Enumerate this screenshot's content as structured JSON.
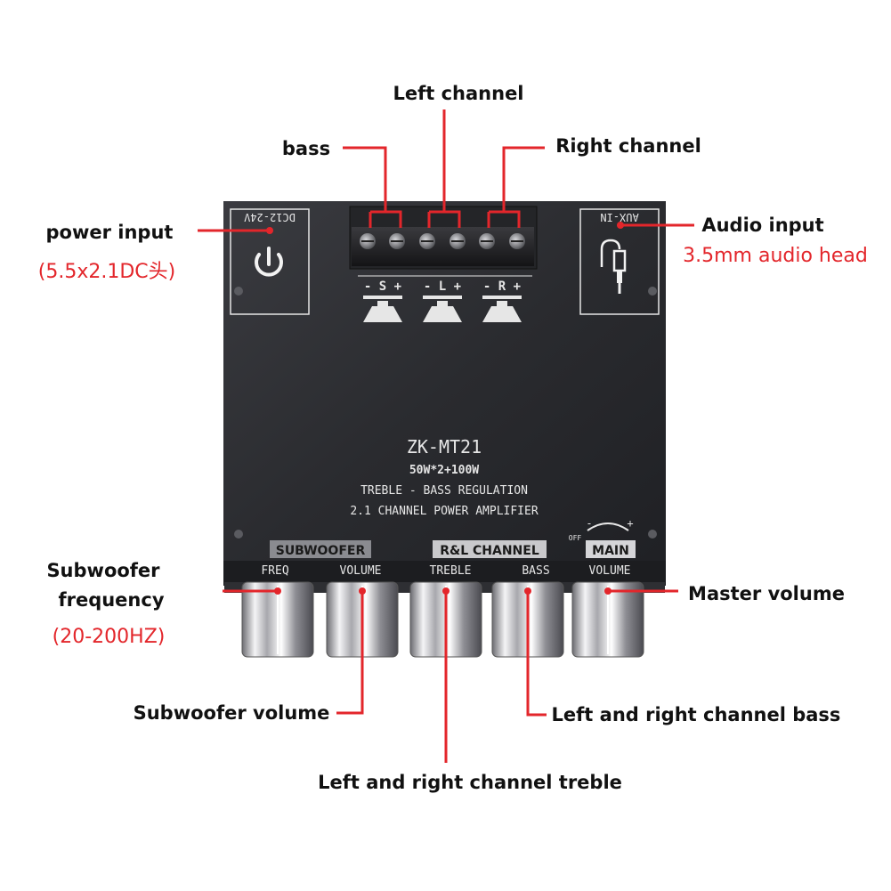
{
  "board": {
    "model": "ZK-MT21",
    "power_rating": "50W*2+100W",
    "line1": "TREBLE - BASS REGULATION",
    "line2": "2.1 CHANNEL POWER AMPLIFIER",
    "dc_label": "DC12-24V",
    "aux_label": "AUX-IN",
    "terminal_labels": [
      "- S +",
      "- L +",
      "- R +"
    ],
    "subwoofer_badge": "SUBWOOFER",
    "rl_badge": "R&L CHANNEL",
    "main_badge": "MAIN",
    "off_label": "OFF",
    "minus_label": "-",
    "plus_label": "+",
    "knob_labels": [
      "FREQ",
      "VOLUME",
      "TREBLE",
      "BASS",
      "VOLUME"
    ]
  },
  "callouts": {
    "left_channel": "Left channel",
    "bass": "bass",
    "right_channel": "Right channel",
    "power_input": "power input",
    "power_input_sub": "(5.5x2.1DC头)",
    "audio_input": "Audio input",
    "audio_input_sub": "3.5mm audio head",
    "subwoofer_frequency_1": "Subwoofer",
    "subwoofer_frequency_2": "frequency",
    "subwoofer_frequency_sub": "(20-200HZ)",
    "master_volume": "Master volume",
    "subwoofer_volume": "Subwoofer volume",
    "lr_bass": "Left and right channel bass",
    "lr_treble": "Left and right channel treble"
  },
  "colors": {
    "accent": "#e3262b",
    "board": "#2b2c30",
    "text": "#111111"
  }
}
